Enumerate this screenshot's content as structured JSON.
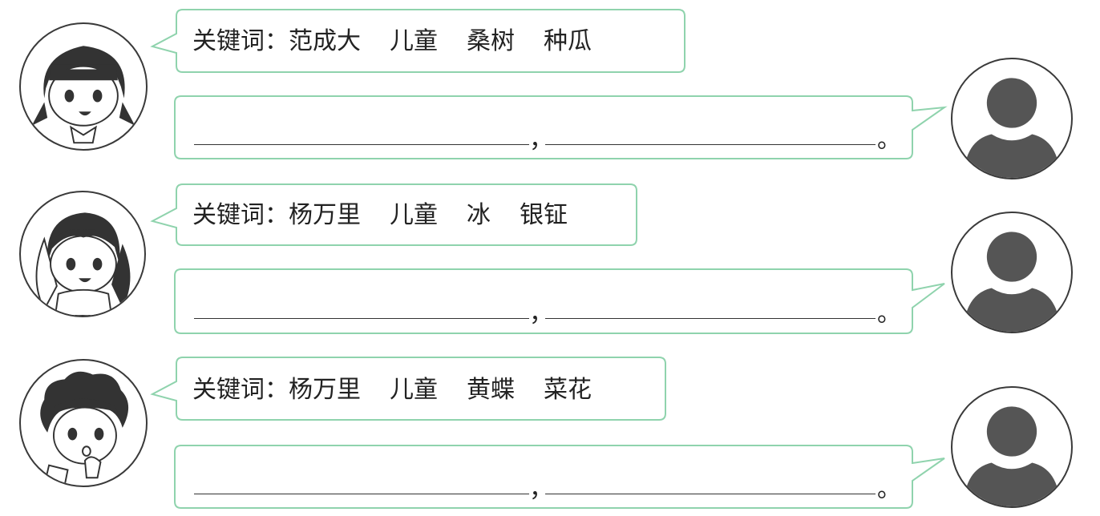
{
  "colors": {
    "bubble_border": "#8fd3ad",
    "silhouette": "#555555",
    "ink": "#222222"
  },
  "icons": [
    "girl-bangs-avatar-icon",
    "girl-ponytail-avatar-icon",
    "boy-curly-avatar-icon",
    "user-silhouette-icon"
  ],
  "rows": [
    {
      "keyword_label": "关键词：",
      "keywords": [
        "范成大",
        "儿童",
        "桑树",
        "种瓜"
      ],
      "comma": "，",
      "period": "。"
    },
    {
      "keyword_label": "关键词：",
      "keywords": [
        "杨万里",
        "儿童",
        "冰",
        "银钲"
      ],
      "comma": "，",
      "period": "。"
    },
    {
      "keyword_label": "关键词：",
      "keywords": [
        "杨万里",
        "儿童",
        "黄蝶",
        "菜花"
      ],
      "comma": "，",
      "period": "。"
    }
  ]
}
